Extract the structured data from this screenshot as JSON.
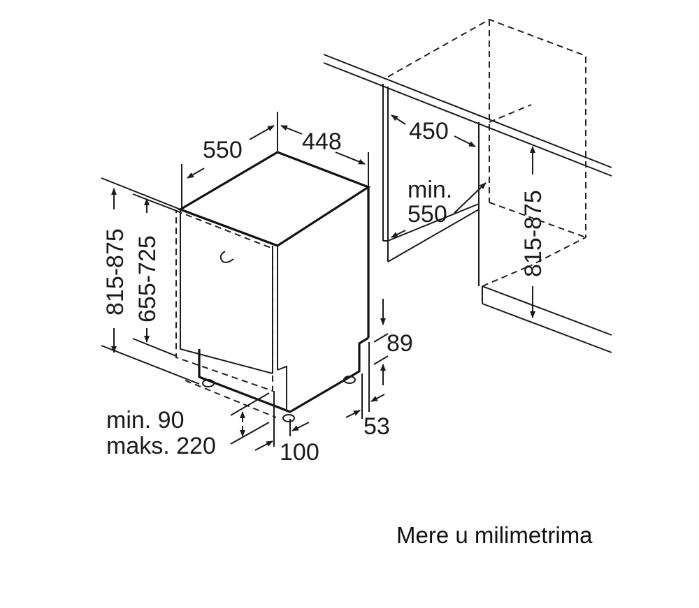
{
  "title": "Built-in dishwasher installation dimensions",
  "dimensions": {
    "depth": "550",
    "width": "448",
    "niche_width": "450",
    "niche_depth_min_label": "min.",
    "niche_depth_min": "550",
    "niche_height": "815-875",
    "height": "815-875",
    "door_height": "655-725",
    "plinth_top": "89",
    "plinth_side": "53",
    "plinth_min": "min. 90",
    "plinth_max": "maks. 220",
    "plinth_depth": "100"
  },
  "caption": "Mere u milimetrima",
  "colors": {
    "line": "#1a1a1a",
    "background": "#ffffff"
  }
}
